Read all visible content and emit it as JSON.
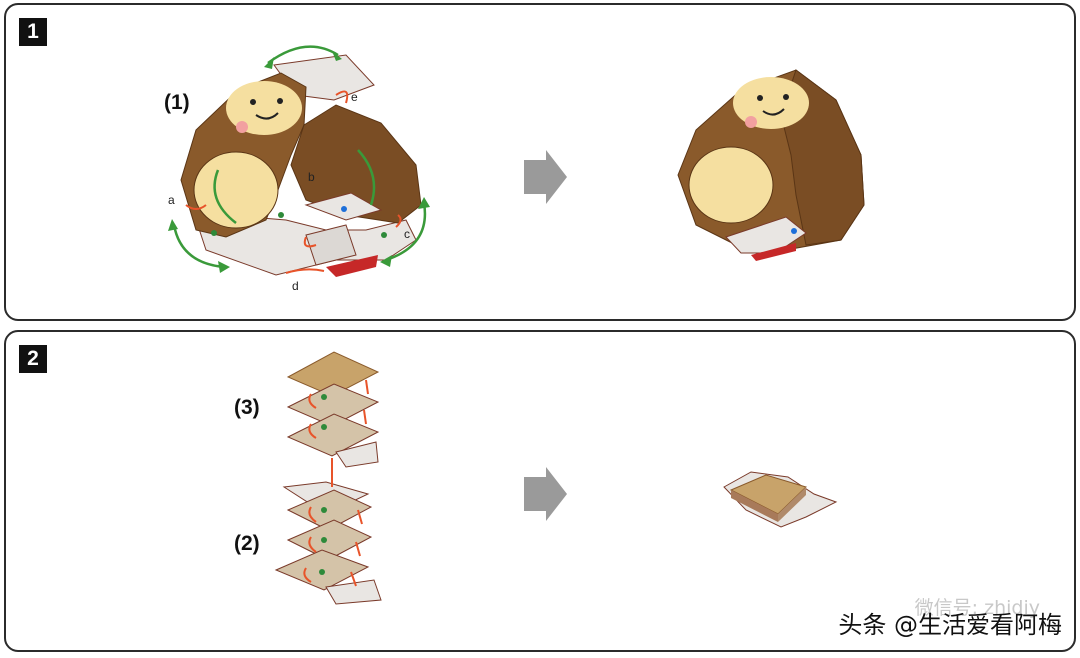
{
  "step1": {
    "badge": "1",
    "sub_label": "(1)",
    "fold_letters": [
      "a",
      "b",
      "c",
      "d",
      "e"
    ]
  },
  "step2": {
    "badge": "2",
    "label_top": "(3)",
    "label_bottom": "(2)"
  },
  "icons": {
    "arrow": "right-arrow-icon",
    "sloth": "sloth-papercraft-icon"
  },
  "colors": {
    "fur": "#8a5a2b",
    "fur_dark": "#6f4520",
    "belly": "#f5dfa0",
    "paper": "#e9e6e3",
    "card": "#c8a36a",
    "fold_arrow": "#e8542a",
    "rotate_arrow": "#3a9a3a",
    "gray_arrow": "#9a9a9a"
  },
  "watermark": {
    "text": "头条 @生活爱看阿梅",
    "faint_text": "微信号: zhidiy"
  }
}
